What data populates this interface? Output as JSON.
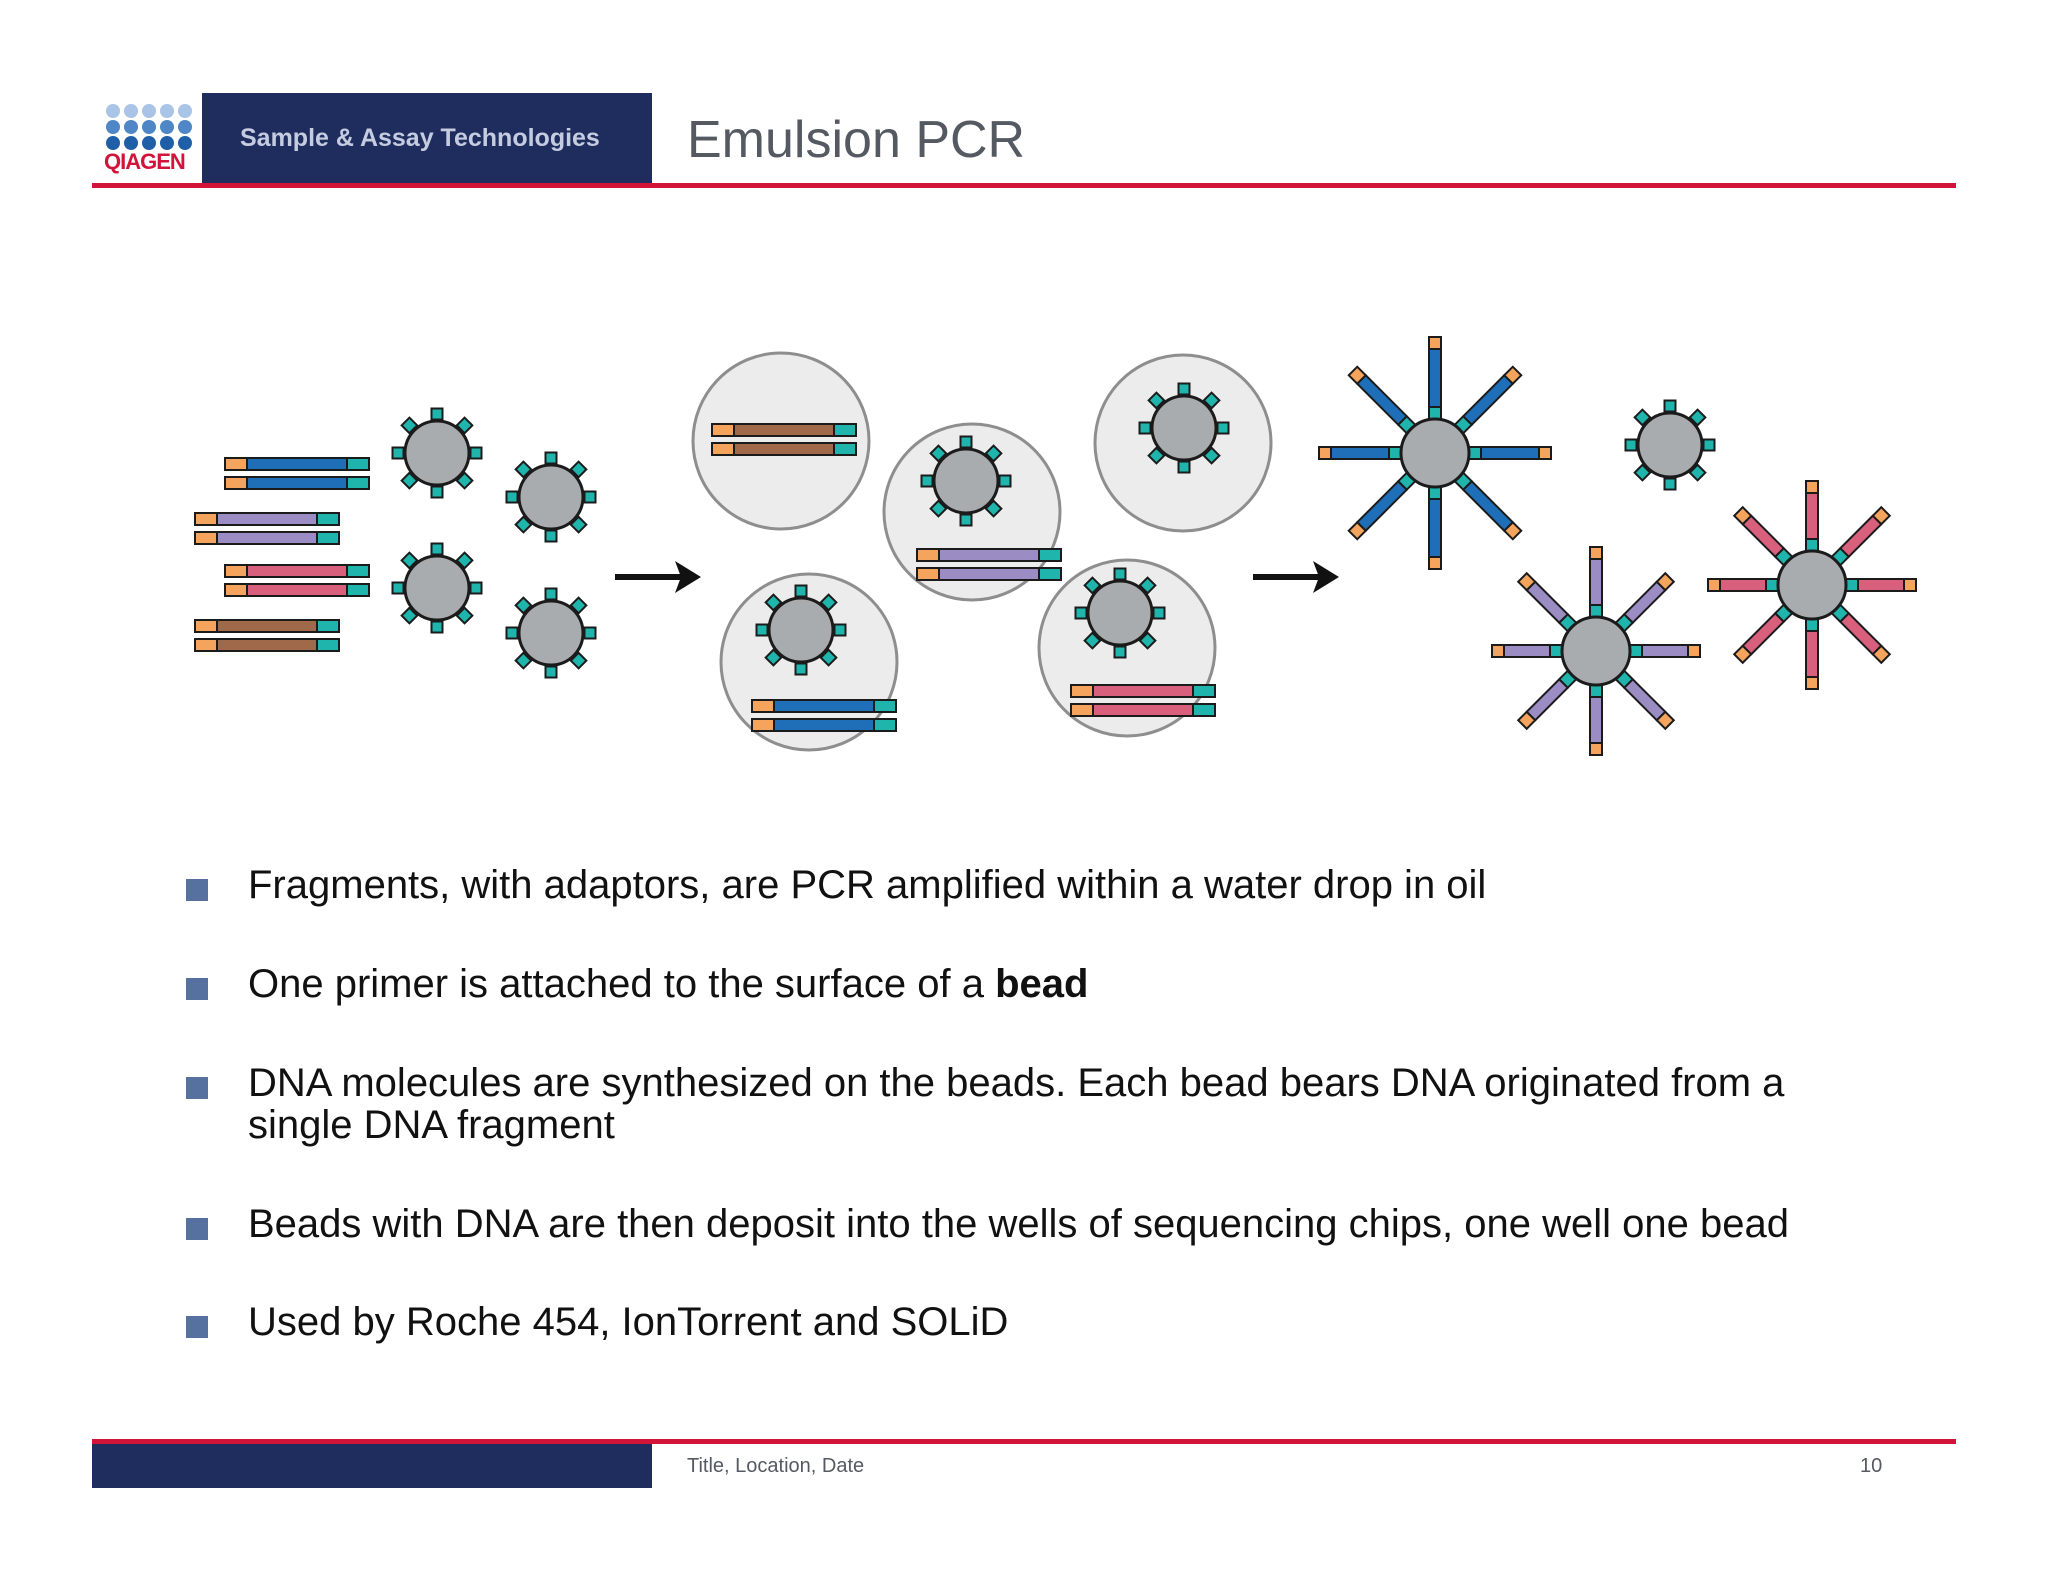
{
  "header": {
    "logo_text": "QIAGEN",
    "tagline": "Sample & Assay Technologies",
    "title": "Emulsion PCR"
  },
  "bullets": [
    {
      "text": "Fragments, with adaptors, are PCR amplified within a water drop in oil",
      "bold": ""
    },
    {
      "text": "One primer is attached to the surface of a ",
      "bold": "bead"
    },
    {
      "text": "DNA molecules are synthesized on the beads. Each bead bears DNA originated from a single DNA fragment",
      "bold": ""
    },
    {
      "text": "Beads with DNA are then deposit into the wells of sequencing chips, one well one bead",
      "bold": ""
    },
    {
      "text": "Used by Roche 454, IonTorrent and SOLiD",
      "bold": ""
    }
  ],
  "footer": {
    "text": "Title, Location, Date",
    "page": "10"
  },
  "colors": {
    "brand_navy": "#1f2d5e",
    "brand_red": "#d2143a",
    "adaptor_teal": "#1fb5ac",
    "adaptor_orange": "#f4a45c",
    "fragment_blue": "#1f6fb8",
    "fragment_purple": "#9c8cc4",
    "fragment_pink": "#d8607c",
    "fragment_brown": "#a0694a",
    "bead_gray": "#a9acaf"
  },
  "figure_icons": [
    "dna-fragment-icon",
    "bead-with-primers-icon",
    "arrow-right-icon",
    "water-droplet-icon",
    "amplified-bead-icon"
  ]
}
